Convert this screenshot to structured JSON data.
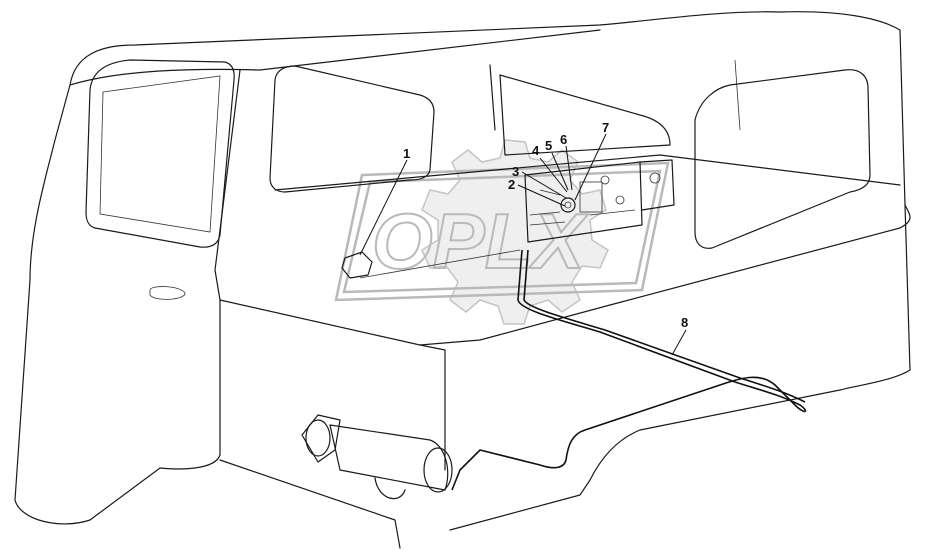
{
  "watermark": {
    "text": "OPLX"
  },
  "callouts": [
    {
      "id": "1",
      "label": "1"
    },
    {
      "id": "2",
      "label": "2"
    },
    {
      "id": "3",
      "label": "3"
    },
    {
      "id": "4",
      "label": "4"
    },
    {
      "id": "5",
      "label": "5"
    },
    {
      "id": "6",
      "label": "6"
    },
    {
      "id": "7",
      "label": "7"
    },
    {
      "id": "8",
      "label": "8"
    }
  ]
}
